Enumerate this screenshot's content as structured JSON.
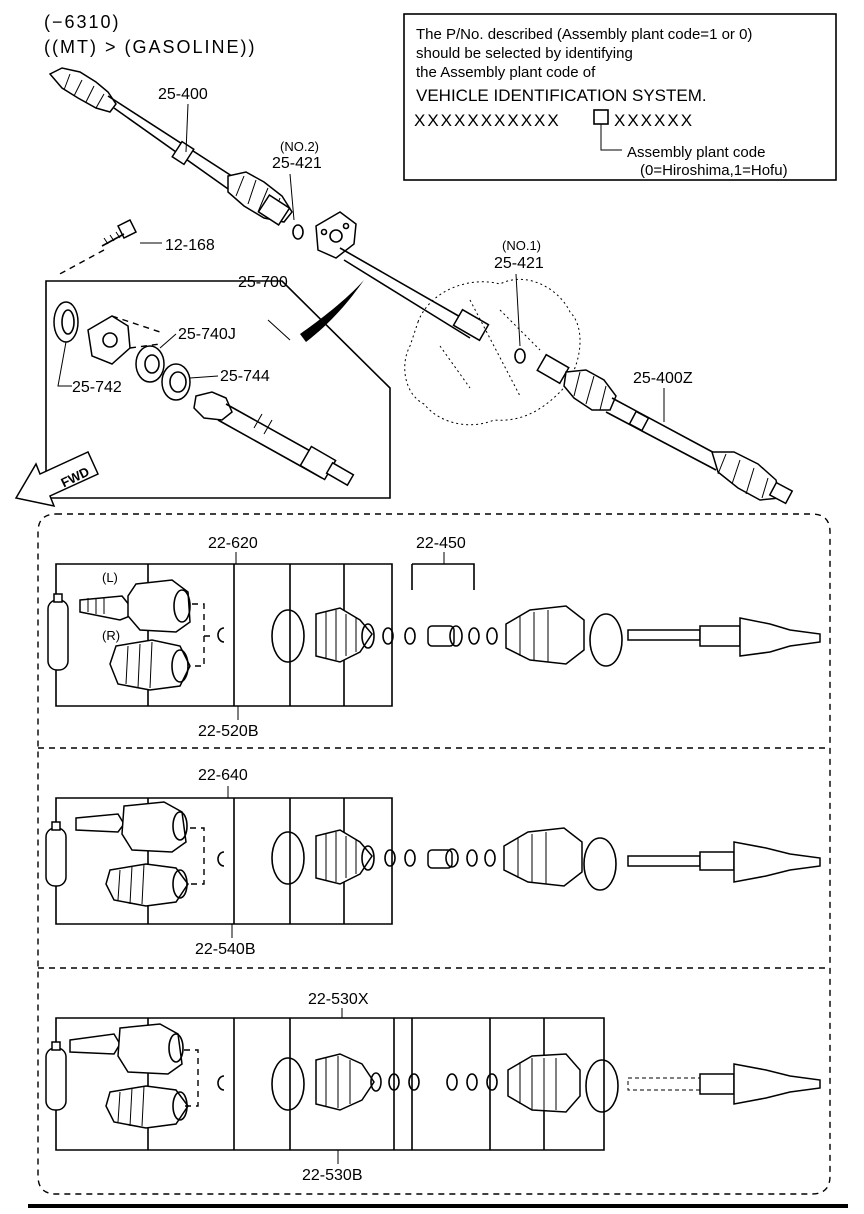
{
  "header": {
    "line1": "(−6310)",
    "line2": "((MT) > (GASOLINE))"
  },
  "note": {
    "line1": "The P/No. described (Assembly plant code=1 or 0)",
    "line2": "should be selected by identifying",
    "line3": "the Assembly plant code of",
    "line4": "VEHICLE IDENTIFICATION SYSTEM.",
    "vin_left": "XXXXXXXXXXX",
    "vin_right": "XXXXXX",
    "code_line1": "Assembly plant code",
    "code_line2": "(0=Hiroshima,1=Hofu)"
  },
  "upper": {
    "p25_400": "25-400",
    "no2": "(NO.2)",
    "p25_421a": "25-421",
    "p12_168": "12-168",
    "p25_700": "25-700",
    "p25_740j": "25-740J",
    "p25_742": "25-742",
    "p25_744": "25-744",
    "no1": "(NO.1)",
    "p25_421b": "25-421",
    "p25_400z": "25-400Z",
    "fwd": "FWD"
  },
  "panel1": {
    "p22_620": "22-620",
    "p22_450": "22-450",
    "side_l": "(L)",
    "side_r": "(R)",
    "p22_520b": "22-520B"
  },
  "panel2": {
    "p22_640": "22-640",
    "p22_540b": "22-540B"
  },
  "panel3": {
    "p22_530x": "22-530X",
    "p22_530b": "22-530B"
  }
}
